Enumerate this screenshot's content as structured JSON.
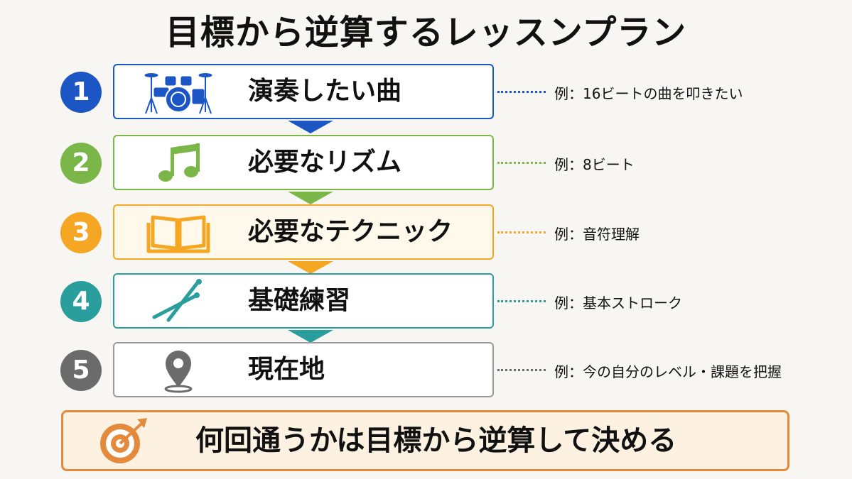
{
  "title": "目標から逆算するレッスンプラン",
  "steps": [
    {
      "number": "1",
      "label": "演奏したい曲",
      "example": "例：16ビートの曲を叩きたい",
      "icon": "drum-kit-icon",
      "color": "#1b56c4"
    },
    {
      "number": "2",
      "label": "必要なリズム",
      "example": "例：8ビート",
      "icon": "music-note-icon",
      "color": "#7ab648"
    },
    {
      "number": "3",
      "label": "必要なテクニック",
      "example": "例：音符理解",
      "icon": "open-book-icon",
      "color": "#f5a623"
    },
    {
      "number": "4",
      "label": "基礎練習",
      "example": "例：基本ストローク",
      "icon": "drumsticks-icon",
      "color": "#2a9d9d"
    },
    {
      "number": "5",
      "label": "現在地",
      "example": "例：今の自分のレベル・課題を把握",
      "icon": "location-pin-icon",
      "color": "#6b6b6b"
    }
  ],
  "conclusion": {
    "text": "何回通うかは目標から逆算して決める",
    "icon": "target-arrow-icon",
    "color": "#e48a3c"
  }
}
